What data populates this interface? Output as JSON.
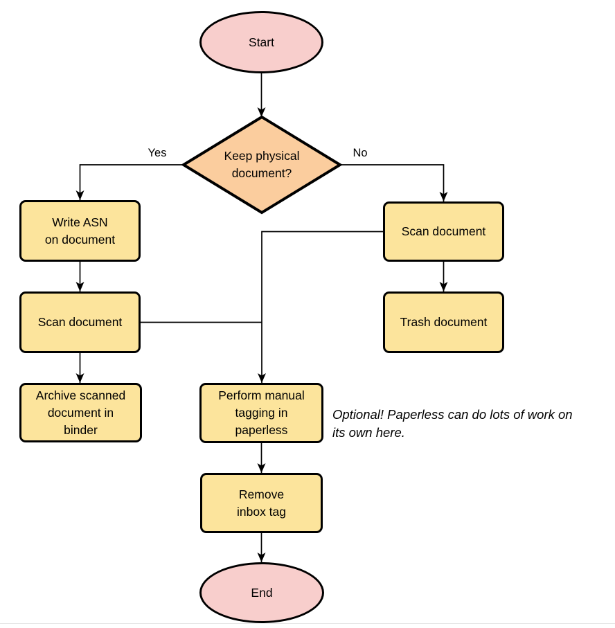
{
  "diagram": {
    "nodes": {
      "start": "Start",
      "decision": [
        "Keep physical",
        "document?"
      ],
      "write_asn": [
        "Write ASN",
        "on document"
      ],
      "scan_left": "Scan document",
      "archive": [
        "Archive scanned",
        "document in",
        "binder"
      ],
      "scan_right": "Scan document",
      "trash": "Trash document",
      "tagging": [
        "Perform manual",
        "tagging in",
        "paperless"
      ],
      "remove_inbox": [
        "Remove",
        "inbox tag"
      ],
      "end": "End"
    },
    "edge_labels": {
      "yes": "Yes",
      "no": "No"
    },
    "annotation": [
      "Optional! Paperless can do lots of work on",
      "its own here."
    ],
    "colors": {
      "terminator_fill": "#F8CECC",
      "process_fill": "#FCE49C",
      "decision_fill": "#FBCD9E",
      "stroke": "#000000",
      "connector": "#000000"
    }
  }
}
